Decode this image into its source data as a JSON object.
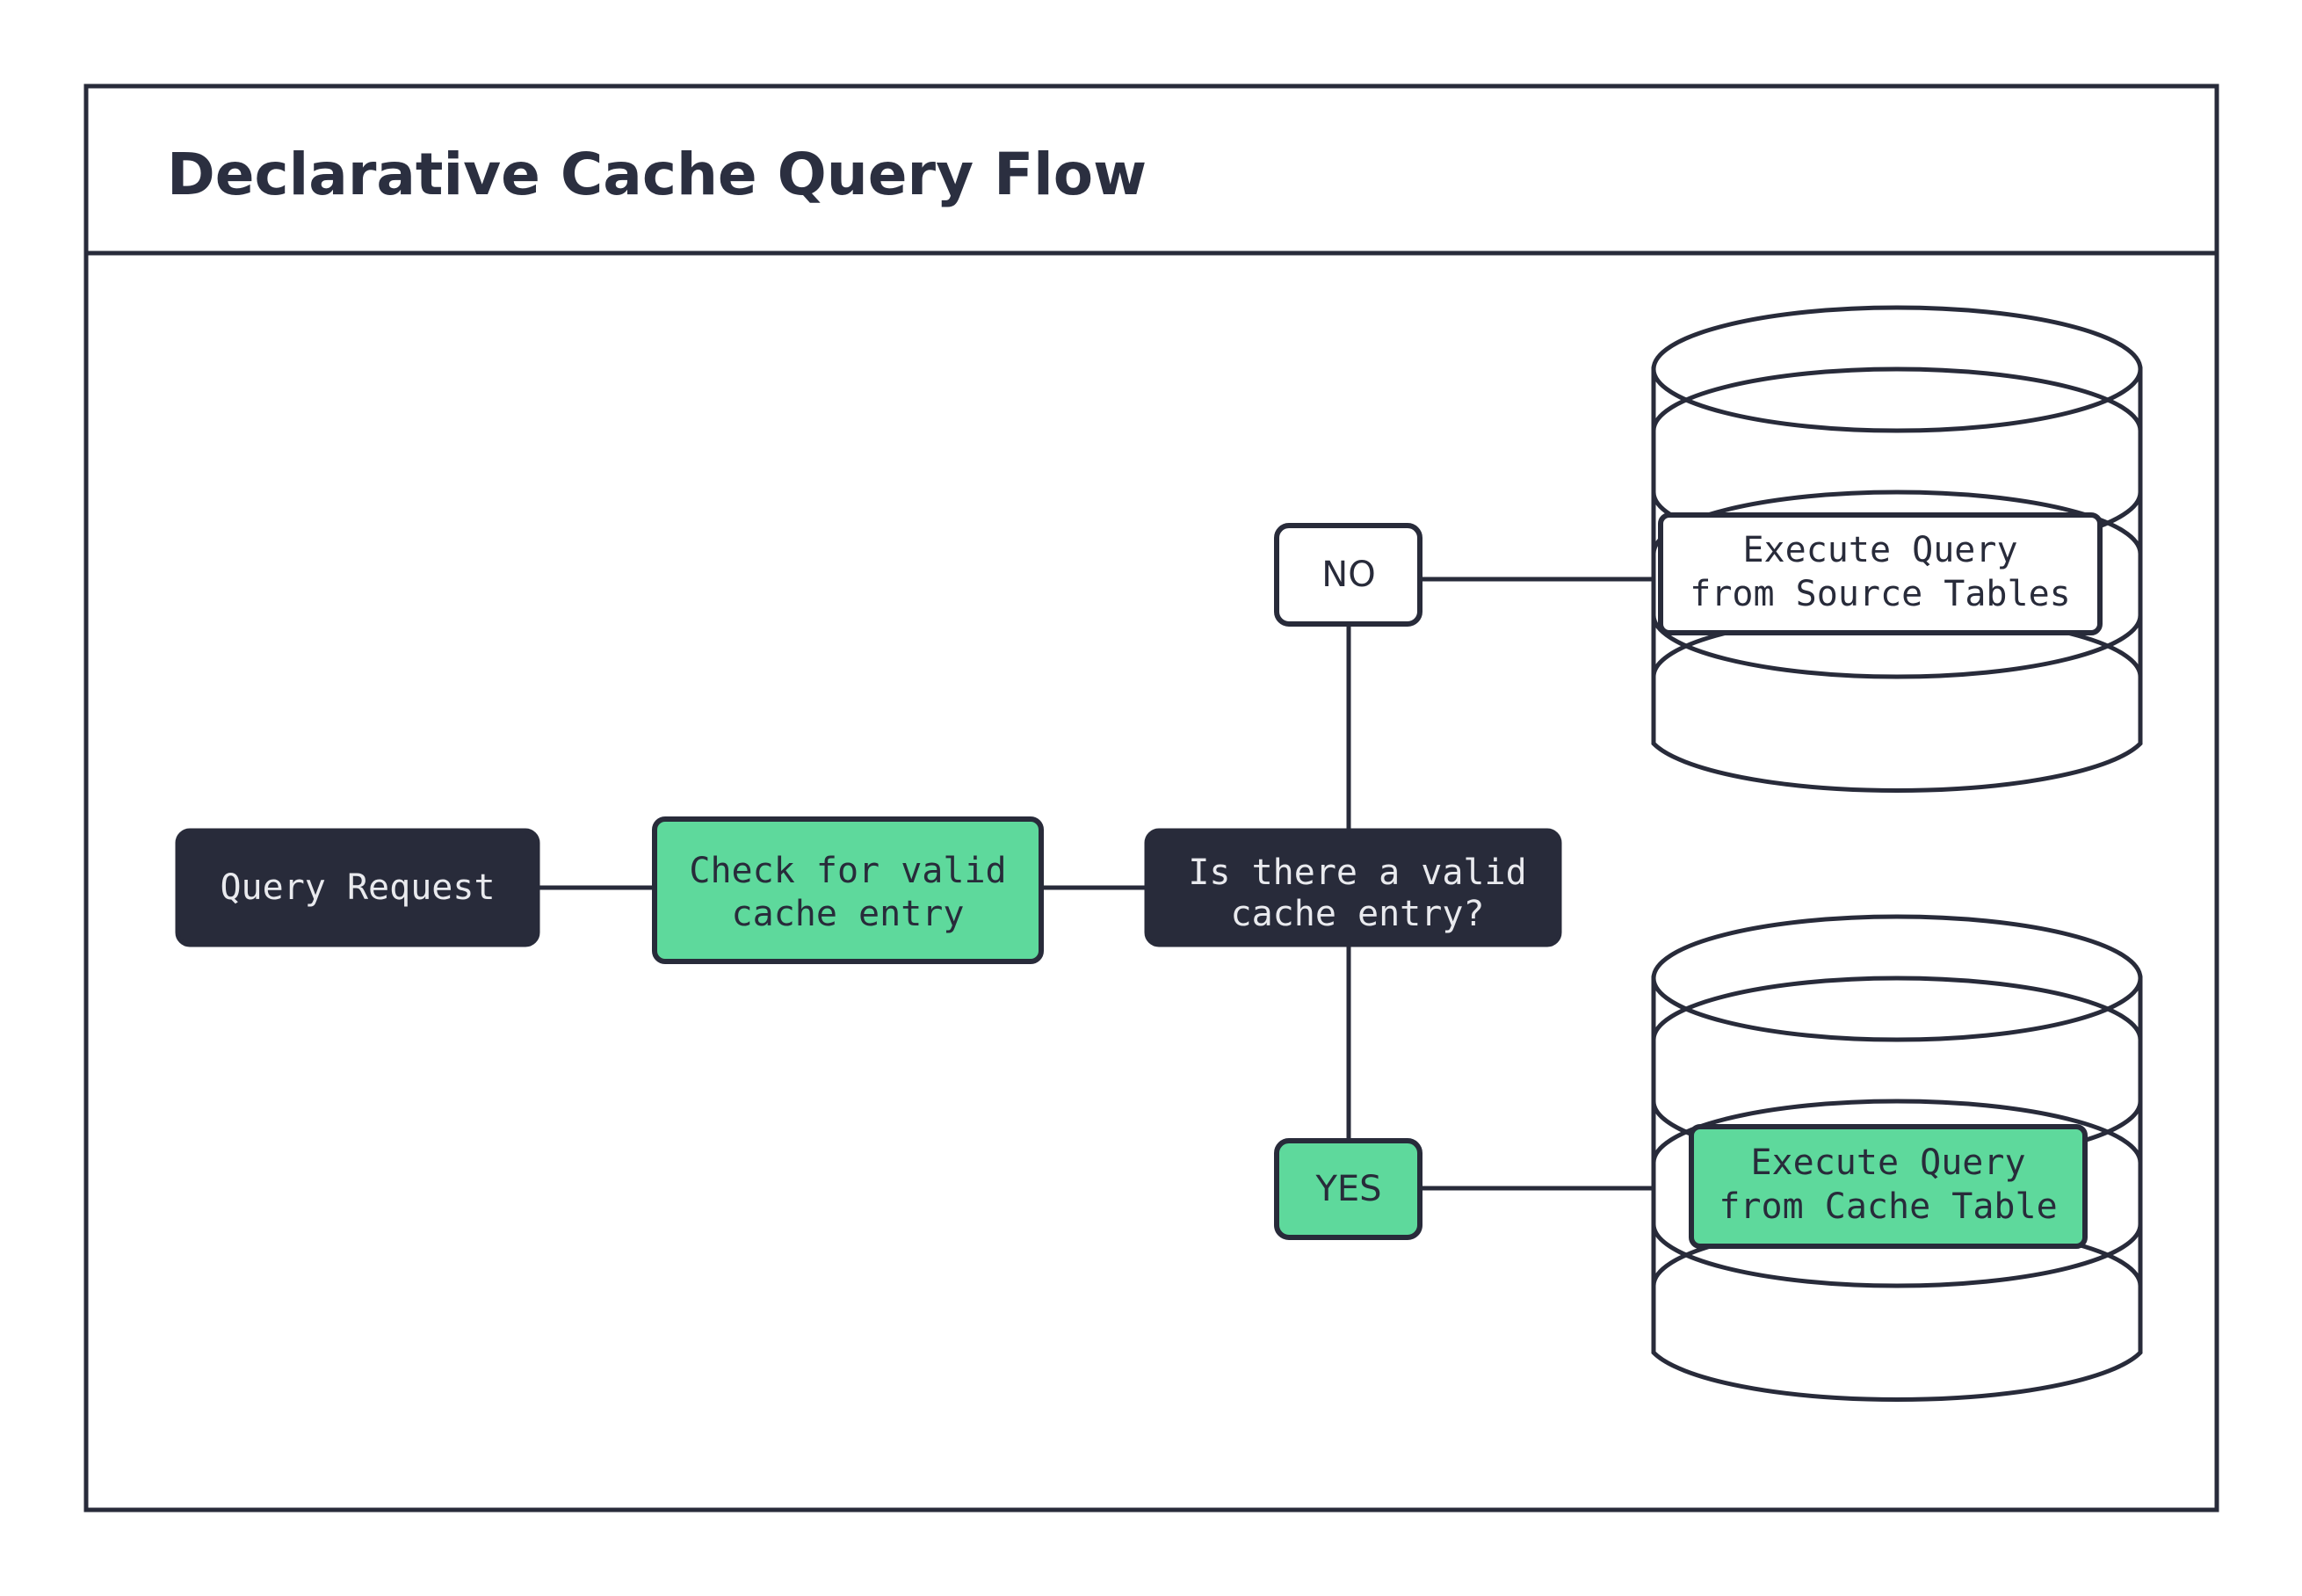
{
  "diagram": {
    "title": "Declarative Cache Query Flow",
    "background_color": "#ffffff",
    "frame_color": "#282B3A",
    "accent_green": "#5ED99C",
    "accent_dark": "#282B3A",
    "nodes": {
      "query_request": {
        "label": "Query Request",
        "fill": "#282B3A",
        "text_color": "#e9eaee"
      },
      "check_cache": {
        "label_line1": "Check for valid",
        "label_line2": "cache entry",
        "fill": "#5ED99C",
        "text_color": "#282B3A"
      },
      "decision": {
        "label_line1": "Is there a valid",
        "label_line2": "cache entry?",
        "fill": "#282B3A",
        "text_color": "#e9eaee"
      },
      "branch_no": {
        "label": "NO",
        "fill": "#ffffff",
        "text_color": "#282B3A"
      },
      "branch_yes": {
        "label": "YES",
        "fill": "#5ED99C",
        "text_color": "#282B3A"
      },
      "source_db": {
        "label_line1": "Execute Query",
        "label_line2": "from Source Tables",
        "fill": "#ffffff",
        "text_color": "#282B3A",
        "shape": "database-cylinder"
      },
      "cache_db": {
        "label_line1": "Execute Query",
        "label_line2": "from Cache Table",
        "fill": "#5ED99C",
        "text_color": "#282B3A",
        "shape": "database-cylinder"
      }
    },
    "edges": [
      {
        "from": "query_request",
        "to": "check_cache",
        "label": ""
      },
      {
        "from": "check_cache",
        "to": "decision",
        "label": ""
      },
      {
        "from": "decision",
        "to": "branch_no",
        "label": "NO"
      },
      {
        "from": "branch_no",
        "to": "source_db",
        "label": ""
      },
      {
        "from": "decision",
        "to": "branch_yes",
        "label": "YES"
      },
      {
        "from": "branch_yes",
        "to": "cache_db",
        "label": ""
      }
    ]
  }
}
